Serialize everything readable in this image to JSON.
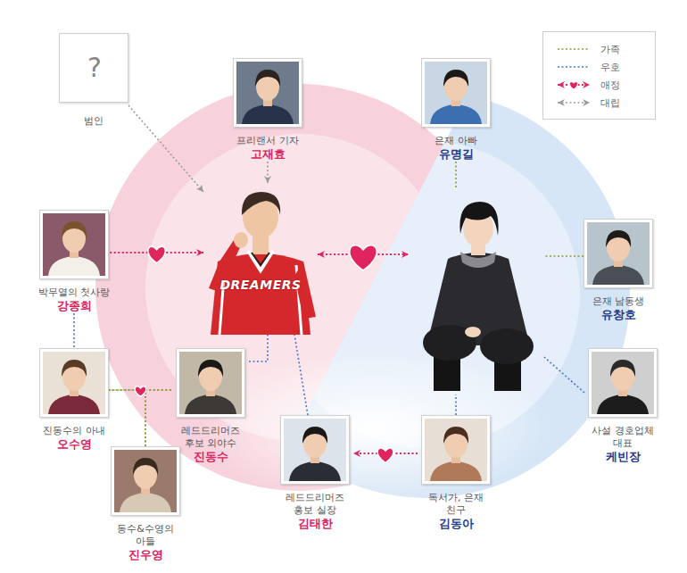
{
  "diagram": {
    "nodes": [
      {
        "text": [
          "?",
          "범인"
        ]
      },
      {
        "text": [
          "프리랜서 기자",
          "고재효"
        ]
      },
      {
        "text": [
          "은재 아빠",
          "유명길"
        ]
      },
      {
        "text": [
          "박무열의 첫사랑",
          "강종희"
        ]
      },
      {
        "text": [
          "DREAMERS"
        ]
      },
      {
        "text": []
      },
      {
        "text": [
          "은재 남동생",
          "유창호"
        ]
      },
      {
        "text": [
          "진동수의 아내",
          "오수영"
        ]
      },
      {
        "text": [
          "레드드리머즈 후보 외야수",
          "진동수"
        ]
      },
      {
        "text": [
          "사설 경호업체 대표",
          "케빈장"
        ]
      },
      {
        "text": [
          "동수&수영의 아들",
          "진우영"
        ]
      },
      {
        "text": [
          "레드드리머즈 홍보 실장",
          "김태한"
        ]
      },
      {
        "text": [
          "독서가, 은재 친구",
          "김동아"
        ]
      }
    ],
    "edges": [
      {
        "from": 0,
        "to": 4,
        "arrow": "to"
      },
      {
        "from": 1,
        "to": 4,
        "arrow": "to"
      },
      {
        "from": 2,
        "to": 5,
        "arrow": "none"
      },
      {
        "from": 3,
        "to": 4,
        "arrow": "to"
      },
      {
        "from": 4,
        "to": 5,
        "arrow": "both"
      },
      {
        "from": 6,
        "to": 5,
        "arrow": "none"
      },
      {
        "from": 3,
        "to": 7,
        "arrow": "none"
      },
      {
        "from": 8,
        "to": 4,
        "arrow": "none"
      },
      {
        "from": 7,
        "to": 8,
        "arrow": "none"
      },
      {
        "from": 10,
        "to": 7,
        "arrow": "none"
      },
      {
        "from": 10,
        "to": 8,
        "arrow": "none"
      },
      {
        "from": 9,
        "to": 5,
        "arrow": "none"
      },
      {
        "from": 11,
        "to": 4,
        "arrow": "none"
      },
      {
        "from": 12,
        "to": 11,
        "arrow": "to"
      },
      {
        "from": 12,
        "to": 5,
        "arrow": "none"
      }
    ],
    "legend": [
      {
        "text": "가족"
      },
      {
        "text": "우호"
      },
      {
        "text": "애정"
      },
      {
        "text": "대립"
      }
    ]
  }
}
